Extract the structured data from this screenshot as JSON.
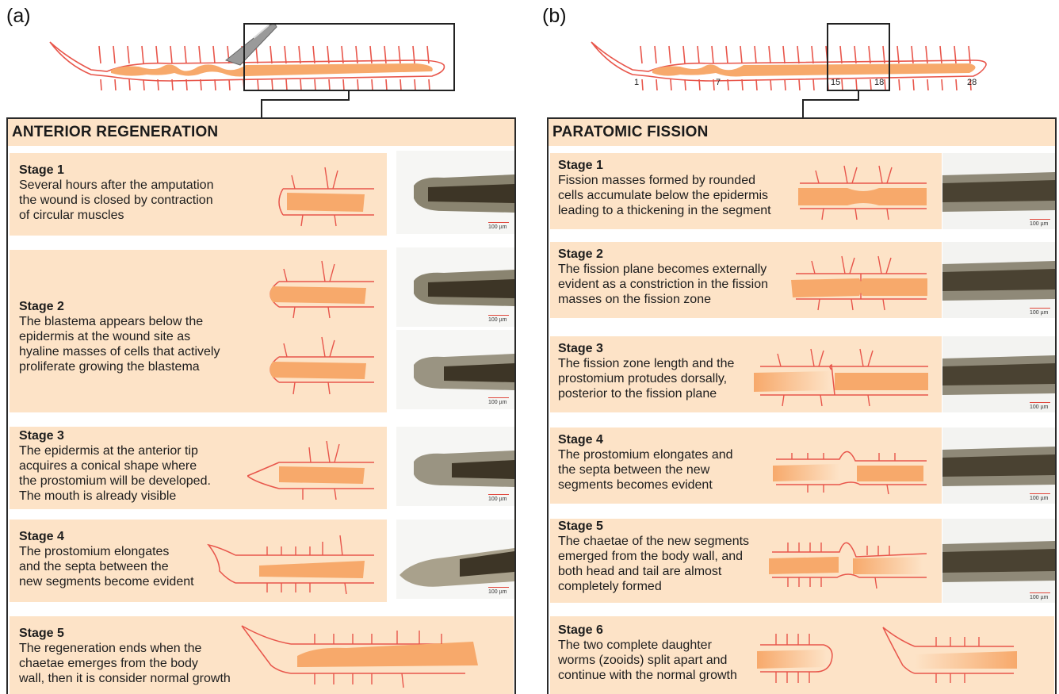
{
  "labels": {
    "a": "(a)",
    "b": "(b)"
  },
  "segment_numbers": [
    "1",
    "7",
    "15",
    "18",
    "28"
  ],
  "colors": {
    "worm_outline": "#e8564b",
    "gut": "#f7a96b",
    "panel_fill": "#fde3c7",
    "frame": "#2a2a2a"
  },
  "left": {
    "title": "ANTERIOR REGENERATION",
    "stages": [
      {
        "label": "Stage 1",
        "text": [
          "Several hours after the amputation",
          "the wound is closed by contraction",
          "of circular muscles"
        ]
      },
      {
        "label": "Stage 2",
        "text": [
          "The blastema appears below the",
          "epidermis at the wound site as",
          "hyaline masses of cells that actively",
          "proliferate growing the blastema"
        ]
      },
      {
        "label": "Stage 3",
        "text": [
          "The epidermis at the anterior tip",
          "acquires a conical shape where",
          "the prostomium will be developed.",
          "The mouth is already visible"
        ]
      },
      {
        "label": "Stage 4",
        "text": [
          "The prostomium elongates",
          "and the septa between the",
          "new segments become evident"
        ]
      },
      {
        "label": "Stage 5",
        "text": [
          "The regeneration ends when the",
          "chaetae emerges from the body",
          "wall, then it is consider normal growth"
        ]
      }
    ]
  },
  "right": {
    "title": "PARATOMIC FISSION",
    "stages": [
      {
        "label": "Stage 1",
        "text": [
          "Fission masses formed by rounded",
          "cells accumulate below the epidermis",
          "leading to a thickening in the segment"
        ]
      },
      {
        "label": "Stage 2",
        "text": [
          "The fission plane becomes externally",
          "evident as a constriction in the fission",
          "masses on the fission zone"
        ]
      },
      {
        "label": "Stage 3",
        "text": [
          "The fission zone length and the",
          "prostomium protudes dorsally,",
          "posterior to the fission plane"
        ]
      },
      {
        "label": "Stage 4",
        "text": [
          "The prostomium elongates and",
          "the septa between the new",
          "segments becomes evident"
        ]
      },
      {
        "label": "Stage 5",
        "text": [
          "The chaetae of the new segments",
          "emerged from the body wall, and",
          "both head and tail are almost",
          "completely formed"
        ]
      },
      {
        "label": "Stage 6",
        "text": [
          "The two complete daughter",
          "worms (zooids) split apart and",
          "continue with the normal growth"
        ]
      }
    ]
  },
  "scale_bar": "100 µm"
}
